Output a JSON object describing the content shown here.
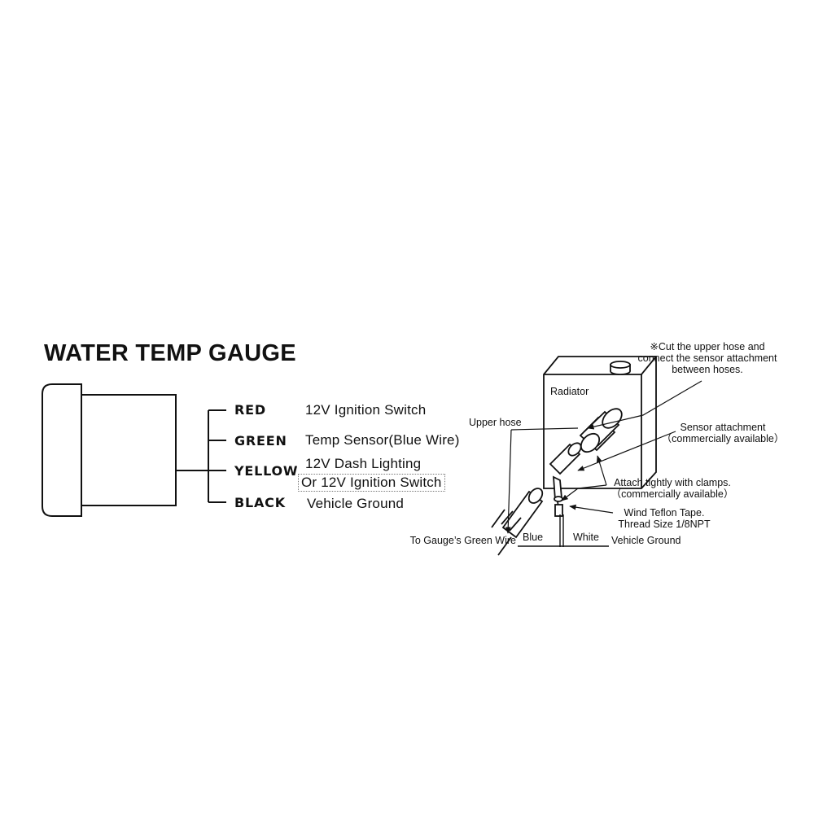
{
  "title": "WATER TEMP GAUGE",
  "wires": [
    {
      "color": "RED",
      "connection": "12V Ignition Switch"
    },
    {
      "color": "GREEN",
      "connection": "Temp Sensor(Blue Wire)"
    },
    {
      "color": "YELLOW",
      "connection": "12V Dash Lighting",
      "connection_alt": "Or 12V Ignition Switch"
    },
    {
      "color": "BLACK",
      "connection": "Vehicle Ground"
    }
  ],
  "install": {
    "note_lines": [
      "※Cut the upper hose and",
      "connect the sensor attachment",
      "between hoses."
    ],
    "radiator_label": "Radiator",
    "upper_hose_label": "Upper hose",
    "sensor_lines": [
      "Sensor attachment",
      "（commercially available）"
    ],
    "clamp_lines": [
      "Attach tightly with clamps.",
      "（commercially available）"
    ],
    "teflon_lines": [
      "Wind Teflon Tape.",
      "Thread Size 1/8NPT"
    ],
    "to_gauge_label": "To Gauge’s Green Wire",
    "blue_label": "Blue",
    "white_label": "White",
    "ground_label": "Vehicle Ground"
  }
}
